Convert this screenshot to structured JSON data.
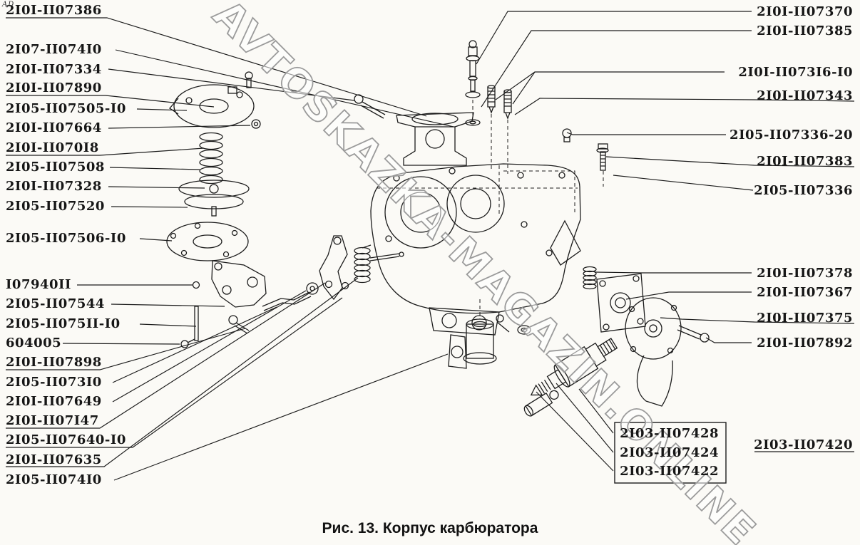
{
  "page": {
    "corner_mark": "AD",
    "caption": "Рис. 13. Корпус карбюратора",
    "watermark": "AVTOSKAZKA-MAGAZIN.ONLINE"
  },
  "labels": {
    "left": [
      "2I0I-II07386",
      "2I07-II074I0",
      "2I0I-II07334",
      "2I0I-II07890",
      "2I05-II07505-I0",
      "2I0I-II07664",
      "2I0I-II070I8",
      "2I05-II07508",
      "2I0I-II07328",
      "2I05-II07520",
      "2I05-II07506-I0",
      "I07940II",
      "2I05-II07544",
      "2I05-II075II-I0",
      "604005",
      "2I0I-II07898",
      "2I05-II073I0",
      "2I0I-II07649",
      "2I0I-II07I47",
      "2I05-II07640-I0",
      "2I0I-II07635",
      "2I05-II074I0"
    ],
    "right": [
      "2I0I-II07370",
      "2I0I-II07385",
      "2I0I-II073I6-I0",
      "2I0I-II07343",
      "2I05-II07336-20",
      "2I0I-II07383",
      "2I05-II07336",
      "2I0I-II07378",
      "2I0I-II07367",
      "2I0I-II07375",
      "2I0I-II07892"
    ],
    "boxed": [
      "2I03-II07428",
      "2I03-II07424",
      "2I03-II07422"
    ],
    "boxed_right": "2I03-II07420"
  },
  "colors": {
    "ink": "#1c1c1c",
    "background": "#fbfaf6",
    "watermark_stroke": "#9b9b9b"
  }
}
